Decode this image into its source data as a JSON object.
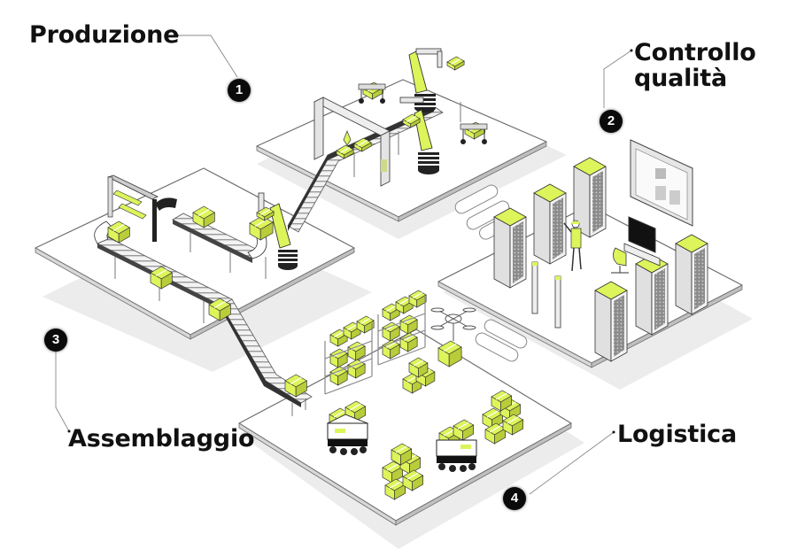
{
  "title": "Fabbrica intelligente",
  "colors": {
    "accent": "#DDF45B",
    "accent_dark": "#B9CC3A",
    "ink": "#111111",
    "platform": "#FFFFFF",
    "platform_edge": "#6E6E6E",
    "shadow": "#ECECEC",
    "metal": "#D6D6D6",
    "metal_dark": "#9A9A9A"
  },
  "areas": [
    {
      "number": "1",
      "label": "Produzione"
    },
    {
      "number": "2",
      "label_line1": "Controllo",
      "label_line2": "qualità"
    },
    {
      "number": "3",
      "label": "Assemblaggio"
    },
    {
      "number": "4",
      "label": "Logistica"
    }
  ]
}
